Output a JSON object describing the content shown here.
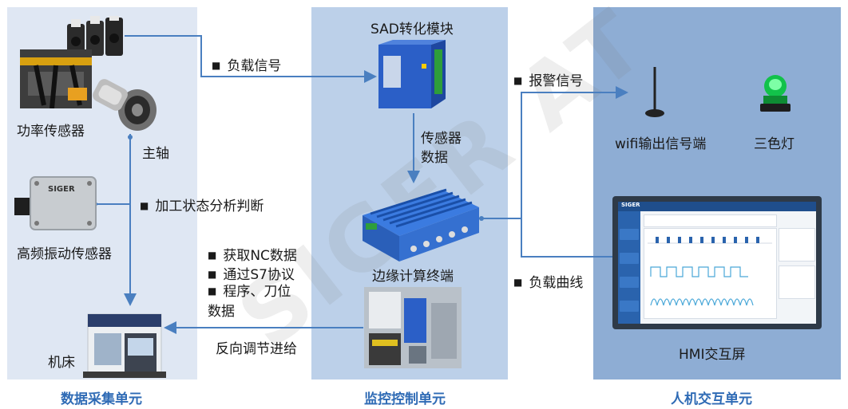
{
  "panels": {
    "collection": {
      "title": "数据采集单元",
      "color": "#dfe7f3"
    },
    "monitor": {
      "title": "监控控制单元",
      "color": "#bcd0e9"
    },
    "hmi": {
      "title": "人机交互单元",
      "color": "#8eadd4"
    }
  },
  "components": {
    "power_sensor": "功率传感器",
    "spindle": "主轴",
    "vibration_sensor": "高频振动传感器",
    "machine_tool": "机床",
    "sad_module": "SAD转化模块",
    "sensor_data": "传感器\n数据",
    "edge_terminal": "边缘计算终端",
    "wifi_terminal": "wifi输出信号端",
    "tricolor_light": "三色灯",
    "hmi_screen": "HMI交互屏"
  },
  "flows": {
    "load_signal": "负载信号",
    "alarm_signal": "报警信号",
    "process_state": "加工状态分析判断",
    "nc_items": [
      "获取NC数据",
      "通过S7协议",
      "程序、刀位\n数据"
    ],
    "load_curve": "负载曲线",
    "reverse_feed": "反向调节进给"
  },
  "device_labels": {
    "vibration_brand": "SIGER",
    "hmi_brand": "SIGER"
  },
  "watermark": "SIGER AT",
  "colors": {
    "line": "#4a7fc0",
    "footer_text": "#2f6bb5",
    "module_blue": "#2b5fc7"
  }
}
